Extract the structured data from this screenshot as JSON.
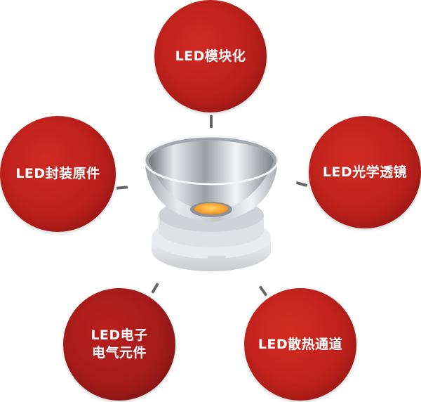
{
  "theme": {
    "node_fill": "#c4211c",
    "node_fill_dark": "#9a1a1a",
    "connector_color": "#666666",
    "lens_cup_color": "#cfd2d6",
    "led_chip_color": "#f4a623"
  },
  "hub": {
    "icon": "led-reflector-lens-icon"
  },
  "nodes": [
    {
      "id": "led-module",
      "label": "LED模块化"
    },
    {
      "id": "led-optical-lens",
      "label": "LED光学透镜"
    },
    {
      "id": "led-heat-dissipation",
      "label": "LED散热通道"
    },
    {
      "id": "led-electronic-components",
      "label": "LED电子\n电气元件"
    },
    {
      "id": "led-package-components",
      "label": "LED封装原件"
    }
  ]
}
